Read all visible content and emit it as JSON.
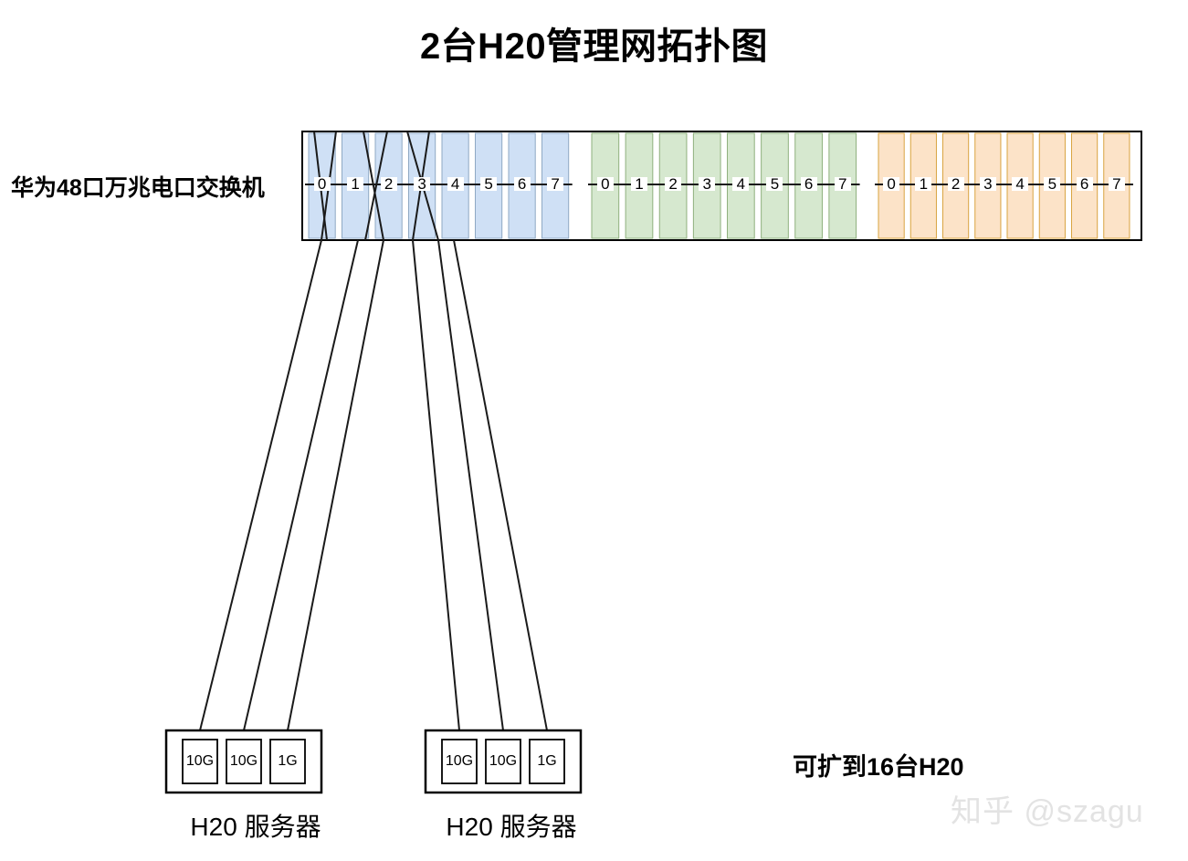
{
  "title": "2台H20管理网拓扑图",
  "switch": {
    "label": "华为48口万兆电口交换机",
    "groups": [
      {
        "name": "group-blue",
        "color": "#cfe0f5",
        "border": "#8fa9c4",
        "ports": [
          "0",
          "1",
          "2",
          "3",
          "4",
          "5",
          "6",
          "7"
        ]
      },
      {
        "name": "group-green",
        "color": "#d6e8cf",
        "border": "#8fb07e",
        "ports": [
          "0",
          "1",
          "2",
          "3",
          "4",
          "5",
          "6",
          "7"
        ]
      },
      {
        "name": "group-orange",
        "color": "#fce3c8",
        "border": "#d9a441",
        "ports": [
          "0",
          "1",
          "2",
          "3",
          "4",
          "5",
          "6",
          "7"
        ]
      }
    ]
  },
  "servers": [
    {
      "caption": "H20 服务器",
      "nics": [
        "10G",
        "10G",
        "1G"
      ]
    },
    {
      "caption": "H20 服务器",
      "nics": [
        "10G",
        "10G",
        "1G"
      ]
    }
  ],
  "annotation": "可扩到16台H20",
  "watermark": "知乎 @szagu",
  "colors": {
    "line": "#1a1a1a",
    "chassis_border": "#000000",
    "background": "#ffffff"
  }
}
